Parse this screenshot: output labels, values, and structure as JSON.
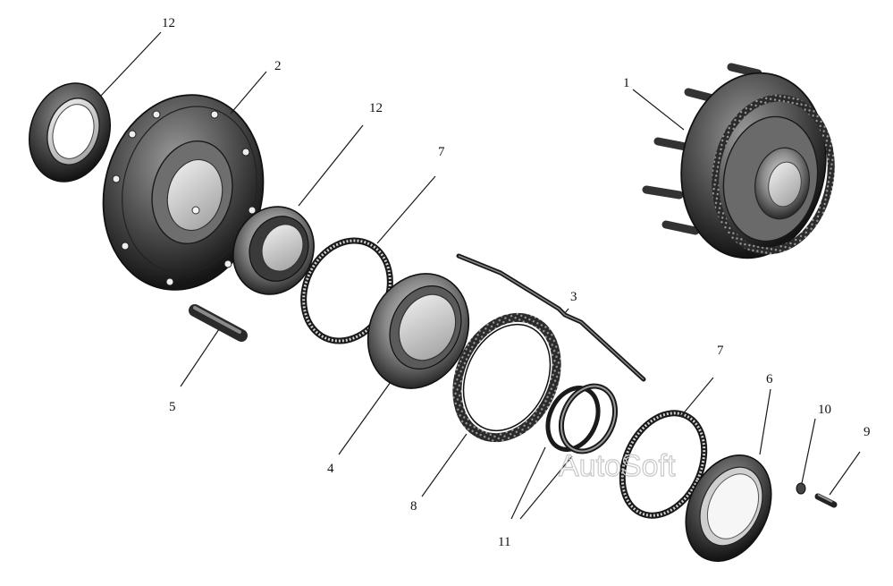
{
  "diagram": {
    "watermark": "AutoSoft",
    "callouts": {
      "c1": "1",
      "c2": "2",
      "c3": "3",
      "c4": "4",
      "c5": "5",
      "c6": "6",
      "c7a": "7",
      "c7b": "7",
      "c8": "8",
      "c9": "9",
      "c10": "10",
      "c11": "11",
      "c12a": "12",
      "c12b": "12"
    }
  }
}
